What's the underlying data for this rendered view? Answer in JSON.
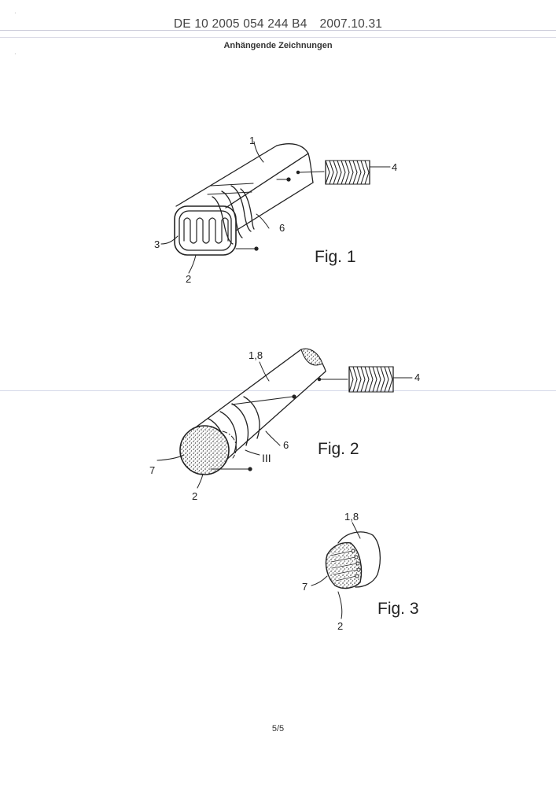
{
  "header": {
    "patent_number": "DE 10 2005 054 244 B4",
    "date": "2007.10.31",
    "subtitle": "Anhängende Zeichnungen"
  },
  "figures": [
    {
      "caption": "Fig. 1",
      "labels": {
        "l1": "1",
        "l2": "2",
        "l3": "3",
        "l4": "4",
        "l6": "6"
      }
    },
    {
      "caption": "Fig. 2",
      "labels": {
        "l18": "1,8",
        "l2": "2",
        "l4": "4",
        "l6": "6",
        "l7": "7",
        "liii": "III"
      }
    },
    {
      "caption": "Fig. 3",
      "labels": {
        "l18": "1,8",
        "l2": "2",
        "l7": "7"
      }
    }
  ],
  "footer": {
    "page": "5/5"
  }
}
